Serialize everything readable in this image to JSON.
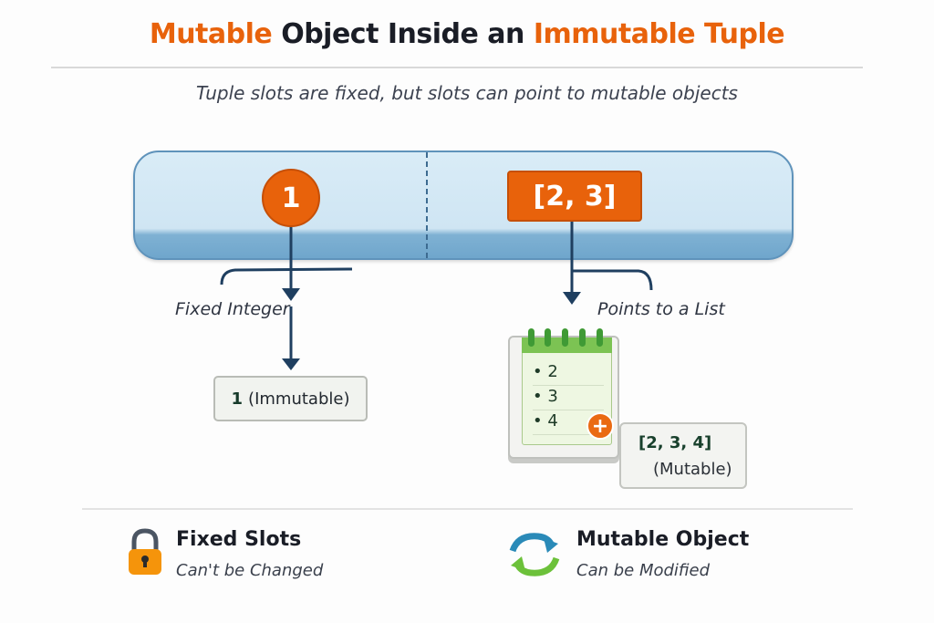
{
  "title": {
    "part1": "Mutable",
    "part2": " Object Inside an ",
    "part3": "Immutable Tuple"
  },
  "subtitle": "Tuple slots are fixed, but slots can point to mutable objects",
  "tuple": {
    "slot1_value": "1",
    "slot2_value": "[2, 3]"
  },
  "left_branch": {
    "label": "Fixed Integer",
    "result_bold": "1",
    "result_text": "(Immutable)"
  },
  "right_branch": {
    "label": "Points to a List",
    "list_items": [
      "• 2",
      "• 3",
      "• 4"
    ],
    "add_icon": "+",
    "result_value": "[2, 3, 4]",
    "result_text": "(Mutable)"
  },
  "legend": [
    {
      "icon": "lock-icon",
      "title": "Fixed Slots",
      "subtitle": "Can't be Changed"
    },
    {
      "icon": "refresh-icon",
      "title": "Mutable Object",
      "subtitle": "Can be Modified"
    }
  ],
  "colors": {
    "accent": "#e8620b",
    "tuple_fill": "#d4e9f6",
    "arrow": "#1f3f60",
    "list_green": "#7cc353"
  }
}
